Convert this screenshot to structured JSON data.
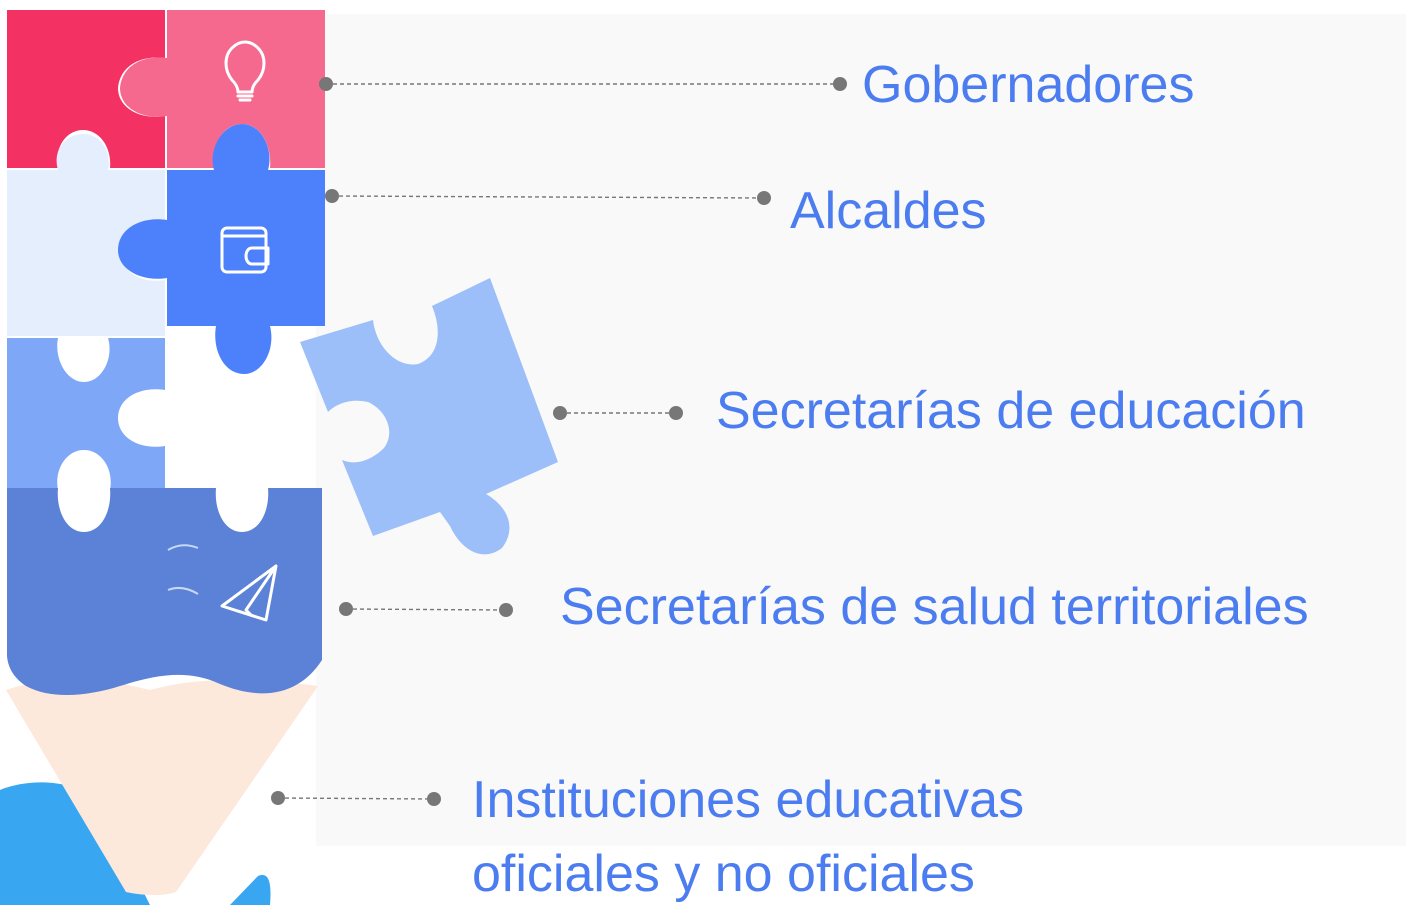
{
  "colors": {
    "accent_text": "#4b7cf0",
    "piece_red": "#f43163",
    "piece_pink": "#f6698e",
    "piece_light": "#e4eefd",
    "piece_blue": "#4d80fb",
    "piece_mid": "#7ea8f7",
    "piece_loose": "#9dbff9",
    "piece_navy": "#5b82d6",
    "pencil_wood": "#fde8dc",
    "pencil_tip": "#38a6f0",
    "connector": "#777777"
  },
  "icons": [
    "lightbulb-icon",
    "wallet-icon",
    "paper-plane-icon"
  ],
  "items": [
    {
      "label": "Gobernadores"
    },
    {
      "label": "Alcaldes"
    },
    {
      "label": "Secretarías de educación"
    },
    {
      "label": "Secretarías de salud territoriales"
    },
    {
      "lines": [
        "Instituciones educativas",
        "oficiales y no oficiales"
      ]
    }
  ]
}
